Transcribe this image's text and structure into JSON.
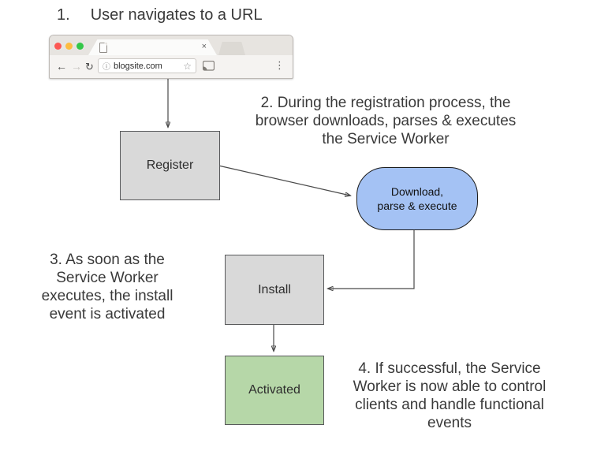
{
  "title": {
    "number": "1.",
    "text": "User navigates to a URL"
  },
  "browser": {
    "url": "blogsite.com",
    "close_tab": "×",
    "back": "←",
    "forward": "→",
    "reload": "↻",
    "info": "ⓘ",
    "star": "☆",
    "menu": "⋮"
  },
  "nodes": {
    "register": {
      "label": "Register"
    },
    "download": {
      "line1": "Download,",
      "line2": "parse & execute"
    },
    "install": {
      "label": "Install"
    },
    "activated": {
      "label": "Activated"
    }
  },
  "steps": {
    "step2": {
      "lines": [
        "2. During the registration process, the",
        "browser downloads, parses & executes",
        "the Service Worker"
      ]
    },
    "step3": {
      "lines": [
        "3. As soon as the",
        "Service Worker",
        "executes, the install",
        "event is activated"
      ]
    },
    "step4": {
      "lines": [
        "4. If successful, the Service",
        "Worker is now able to control",
        "clients and handle functional",
        "events"
      ]
    }
  },
  "colors": {
    "node_gray": "#d9d9d9",
    "node_blue": "#a4c2f4",
    "node_green": "#b6d7a8",
    "node_border": "#58595b",
    "connector": "#4a4a4a",
    "text": "#3a3a3a",
    "traffic_red": "#fc5753",
    "traffic_yellow": "#fdbc40",
    "traffic_green": "#33c748"
  }
}
